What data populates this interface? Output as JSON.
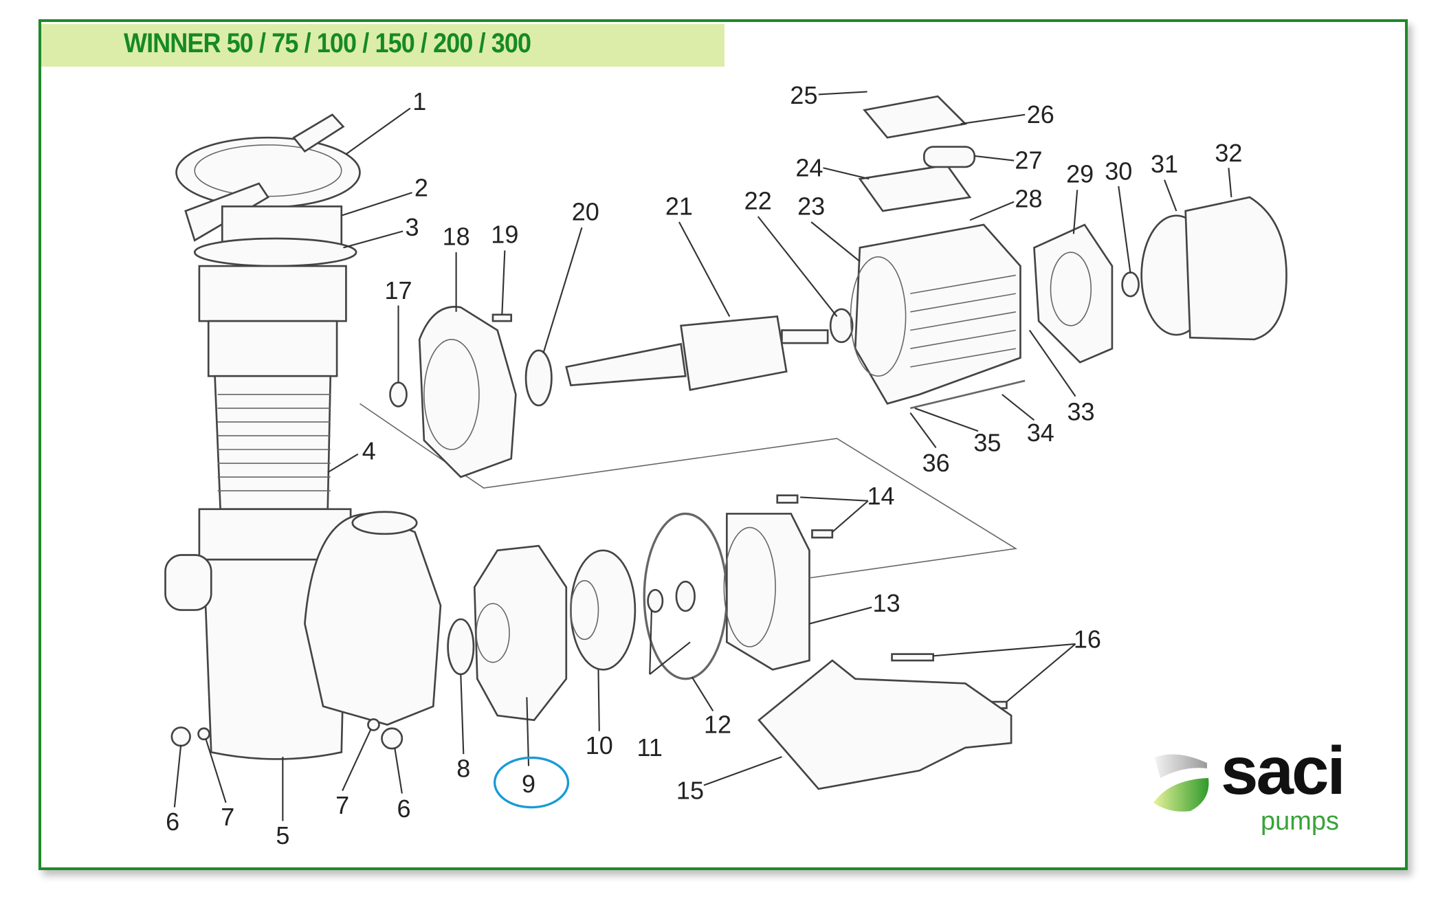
{
  "title": "WINNER 50 / 75 / 100 / 150 / 200 / 300",
  "labels": [
    "1",
    "2",
    "3",
    "4",
    "5",
    "6",
    "7",
    "7",
    "6",
    "8",
    "9",
    "10",
    "11",
    "12",
    "13",
    "14",
    "15",
    "16",
    "17",
    "18",
    "19",
    "20",
    "21",
    "22",
    "23",
    "24",
    "25",
    "26",
    "27",
    "28",
    "29",
    "30",
    "31",
    "32",
    "33",
    "34",
    "35",
    "36"
  ],
  "highlighted_part": "9",
  "colors": {
    "frame": "#1f8a2a",
    "title_bg": "#dcedaa",
    "title_text": "#168a22",
    "highlight": "#1a9ad6"
  },
  "logo": {
    "brand": "saci",
    "tagline": "pumps"
  }
}
